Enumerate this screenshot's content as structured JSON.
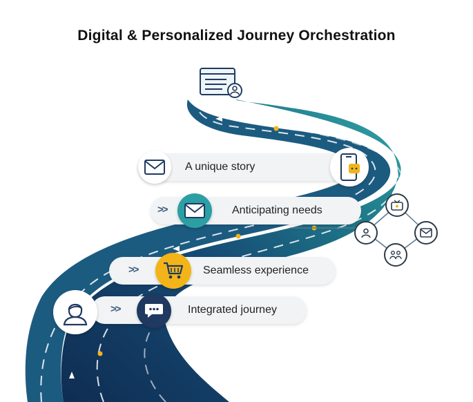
{
  "title": "Digital & Personalized Journey Orchestration",
  "colors": {
    "road_dark": "#13355e",
    "road_teal": "#2a8c95",
    "accent_yellow": "#f2b418",
    "teal_icon": "#2c9fa4",
    "navy_icon": "#1f3960",
    "pill_bg": "#f1f3f5"
  },
  "steps": [
    {
      "label": "A unique story",
      "icon": "envelope-icon"
    },
    {
      "label": "Anticipating needs",
      "icon": "envelope-icon"
    },
    {
      "label": "Seamless experience",
      "icon": "shopping-cart-icon"
    },
    {
      "label": "Integrated journey",
      "icon": "chat-bubble-icon"
    }
  ],
  "chevron": ">>",
  "network_nodes": [
    "tv-icon",
    "user-icon",
    "envelope-icon",
    "people-icon"
  ],
  "top_icon": "web-profile-icon",
  "side_icon": "smartphone-chat-icon",
  "person_icon": "person-icon"
}
